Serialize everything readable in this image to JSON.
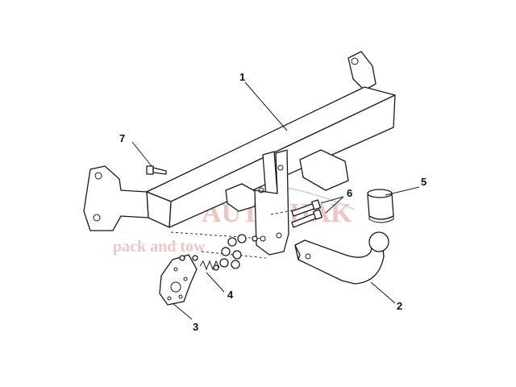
{
  "diagram": {
    "callouts": [
      {
        "id": "1",
        "label": "1"
      },
      {
        "id": "2",
        "label": "2"
      },
      {
        "id": "3",
        "label": "3"
      },
      {
        "id": "4",
        "label": "4"
      },
      {
        "id": "5",
        "label": "5"
      },
      {
        "id": "6",
        "label": "6"
      },
      {
        "id": "7",
        "label": "7"
      }
    ],
    "watermark": {
      "brand": "AUTO-HAK",
      "tagline": "pack and tow"
    },
    "colors": {
      "line": "#1a1a1a",
      "background": "#ffffff",
      "watermark": "#e8b4b0"
    }
  }
}
